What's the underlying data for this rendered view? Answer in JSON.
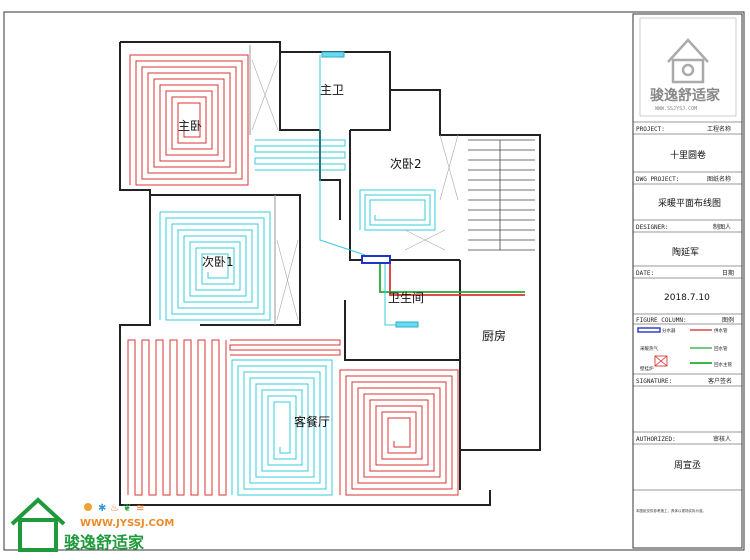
{
  "rooms": {
    "master_bedroom": "主卧",
    "master_bath": "主卫",
    "second_bedroom_2": "次卧2",
    "second_bedroom_1": "次卧1",
    "bathroom": "卫生间",
    "kitchen": "厨房",
    "living_dining": "客餐厅"
  },
  "title_block": {
    "logo_text": "骏逸舒适家",
    "logo_url": "WWW.SSJYSJ.COM",
    "project_label": "PROJECT:",
    "project_label_cn": "工程名称",
    "project_value": "十里圆卷",
    "dwg_label": "DWG PROJECT:",
    "dwg_label_cn": "图纸名称",
    "dwg_value": "采暖平面布线图",
    "designer_label": "DESIGNER:",
    "designer_label_cn": "制图人",
    "designer_value": "陶延军",
    "date_label": "DATE:",
    "date_label_cn": "日期",
    "date_value": "2018.7.10",
    "figure_label": "FIGURE COLUMN:",
    "figure_label_cn": "图例",
    "legend": [
      {
        "label": "分水器",
        "color": "#2233cc"
      },
      {
        "label": "供水管",
        "color": "#dd2222"
      },
      {
        "label": "采暖热气",
        "color": "#444444"
      },
      {
        "label": "回水管",
        "color": "#22aa33"
      },
      {
        "label": "壁挂炉",
        "color": "#dd2222"
      },
      {
        "label": "回水主管",
        "color": "#22aa33"
      }
    ],
    "signature_label": "SIGNATURE:",
    "signature_label_cn": "客户签名",
    "authorized_label": "AUTHORIZED:",
    "authorized_label_cn": "审核人",
    "authorized_value": "周宣丞",
    "note": "本图纸仅供参考施工，具体以现场实际为准。"
  },
  "watermark": {
    "url": "WWW.JYSSJ.COM",
    "name": "骏逸舒适家"
  },
  "colors": {
    "supply": "#dd3333",
    "return_cyan": "#33ccdd",
    "wall": "#222222",
    "green_main": "#22aa33",
    "manifold": "#2233cc"
  }
}
